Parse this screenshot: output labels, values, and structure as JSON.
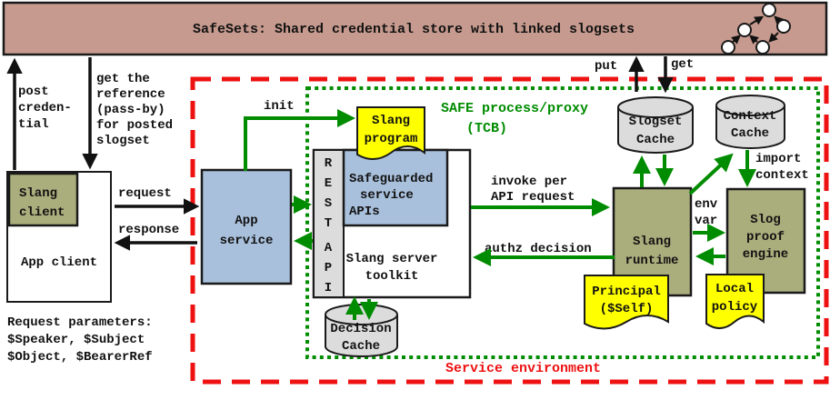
{
  "colors": {
    "bar_bg": "#c69a8e",
    "olive": "#aaad7c",
    "blue": "#a9c0dc",
    "yellow": "#ffff00",
    "gray": "#dcdcdc",
    "green": "#008c00",
    "red": "#ee1111",
    "ink": "#111111",
    "white": "#ffffff"
  },
  "title_bar": {
    "title": "SafeSets: Shared credential store with linked slogsets"
  },
  "client_side": {
    "post_credential_lines": [
      "post",
      "creden-",
      "tial"
    ],
    "get_reference_lines": [
      "get the",
      "reference",
      "(pass-by)",
      "for posted",
      "slogset"
    ],
    "slang_client_lines": [
      "Slang",
      "client"
    ],
    "app_client_label": "App client",
    "request_label": "request",
    "response_label": "response",
    "request_params_lines": [
      "Request parameters:",
      "$Speaker, $Subject",
      "$Object, $BearerRef"
    ]
  },
  "app_service": {
    "lines": [
      "App",
      "service"
    ],
    "init_label": "init"
  },
  "service_env": {
    "label": "Service environment"
  },
  "tcb": {
    "header_lines": [
      "SAFE process/proxy",
      "(TCB)"
    ],
    "slang_program_lines": [
      "Slang",
      "program"
    ],
    "rest_api_letters": [
      "R",
      "E",
      "S",
      "T",
      "A",
      "P",
      "I"
    ],
    "safeguarded_lines": [
      "Safeguarded",
      "service",
      "APIs"
    ],
    "toolkit_lines": [
      "Slang server",
      "toolkit"
    ],
    "decision_cache_lines": [
      "Decision",
      "Cache"
    ],
    "invoke_lines": [
      "invoke per",
      "API request"
    ],
    "authz_label": "authz decision",
    "runtime_lines": [
      "Slang",
      "runtime"
    ],
    "principal_lines": [
      "Principal",
      "($Self)"
    ],
    "env_var_lines": [
      "env",
      "var"
    ],
    "slog_engine_lines": [
      "Slog",
      "proof",
      "engine"
    ],
    "local_policy_lines": [
      "Local",
      "policy"
    ],
    "slogset_cache_lines": [
      "Slogset",
      "Cache"
    ],
    "context_cache_lines": [
      "Context",
      "Cache"
    ],
    "put_label": "put",
    "get_label": "get",
    "import_context_lines": [
      "import",
      "context"
    ]
  }
}
